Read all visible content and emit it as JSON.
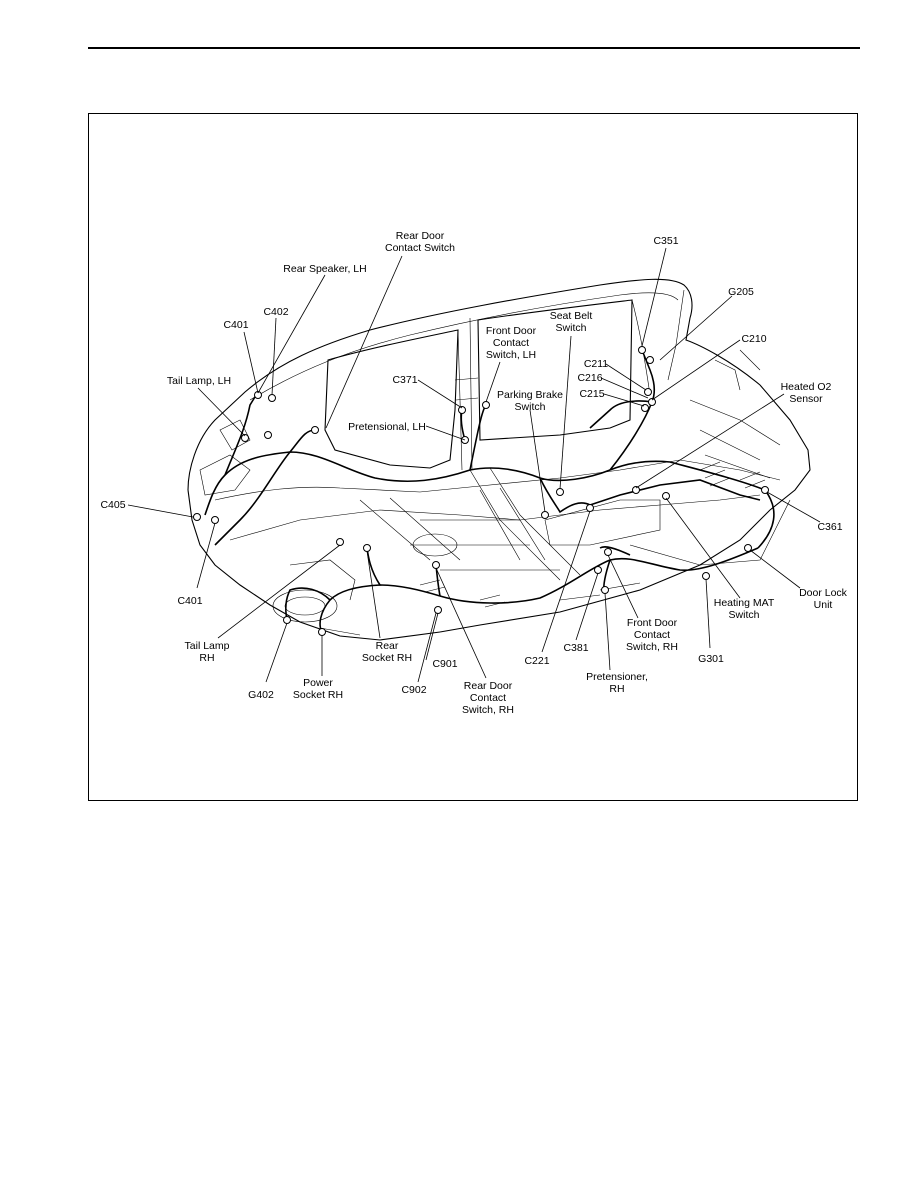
{
  "labels": {
    "rear_door_contact_switch": [
      "Rear Door",
      "Contact Switch"
    ],
    "rear_speaker_lh": [
      "Rear Speaker, LH"
    ],
    "c351": [
      "C351"
    ],
    "g205": [
      "G205"
    ],
    "c402": [
      "C402"
    ],
    "c401_top": [
      "C401"
    ],
    "front_door_contact_switch_lh": [
      "Front Door",
      "Contact",
      "Switch, LH"
    ],
    "seat_belt_switch": [
      "Seat Belt",
      "Switch"
    ],
    "c210": [
      "C210"
    ],
    "c211": [
      "C211"
    ],
    "c216": [
      "C216"
    ],
    "c215": [
      "C215"
    ],
    "heated_o2_sensor": [
      "Heated O2",
      "Sensor"
    ],
    "c371": [
      "C371"
    ],
    "tail_lamp_lh": [
      "Tail Lamp, LH"
    ],
    "parking_brake_switch": [
      "Parking Brake",
      "Switch"
    ],
    "pretensional_lh": [
      "Pretensional, LH"
    ],
    "c405": [
      "C405"
    ],
    "c361": [
      "C361"
    ],
    "c401_bottom": [
      "C401"
    ],
    "door_lock_unit": [
      "Door Lock",
      "Unit"
    ],
    "heating_mat_switch": [
      "Heating MAT",
      "Switch"
    ],
    "front_door_contact_switch_rh": [
      "Front Door",
      "Contact",
      "Switch, RH"
    ],
    "tail_lamp_rh": [
      "Tail Lamp",
      "RH"
    ],
    "rear_socket_rh": [
      "Rear",
      "Socket RH"
    ],
    "c381": [
      "C381"
    ],
    "g301": [
      "G301"
    ],
    "c221": [
      "C221"
    ],
    "c901": [
      "C901"
    ],
    "g402": [
      "G402"
    ],
    "power_socket_rh": [
      "Power",
      "Socket RH"
    ],
    "c902": [
      "C902"
    ],
    "pretensioner_rh": [
      "Pretensioner,",
      "RH"
    ],
    "rear_door_contact_switch_rh": [
      "Rear Door",
      "Contact",
      "Switch, RH"
    ]
  }
}
